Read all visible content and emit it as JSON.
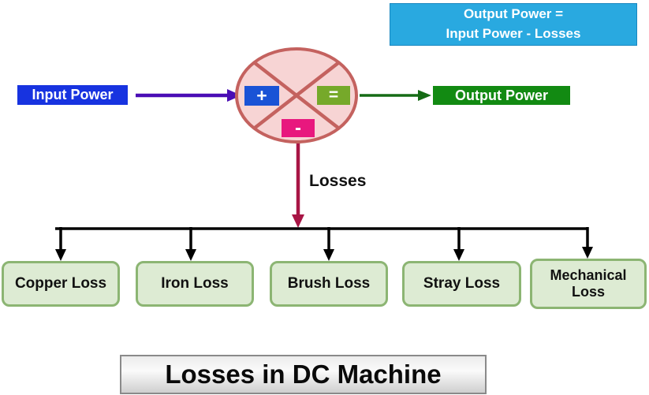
{
  "diagram": {
    "info_box": {
      "line1": "Output Power =",
      "line2": "Input Power - Losses"
    },
    "input_power_label": "Input Power",
    "output_power_label": "Output Power",
    "operators": {
      "plus": "+",
      "equals": "=",
      "minus": "-"
    },
    "losses_arrow_label": "Losses",
    "loss_types": [
      "Copper Loss",
      "Iron Loss",
      "Brush Loss",
      "Stray Loss",
      "Mechanical Loss"
    ],
    "title": "Losses in DC Machine",
    "colors": {
      "info_box_bg": "#29A9E0",
      "input_label_bg": "#1733E0",
      "output_label_bg": "#128A12",
      "plus_badge_bg": "#1A53D6",
      "equals_badge_bg": "#76A92A",
      "minus_badge_bg": "#E8187E",
      "circle_fill": "#F7D4D4",
      "circle_stroke": "#C4625F",
      "input_arrow": "#4A0DB5",
      "output_arrow": "#156B15",
      "losses_arrow": "#A81545",
      "tree_lines": "#000000",
      "loss_box_bg": "#DDEBD3",
      "loss_box_border": "#8CB573"
    }
  }
}
